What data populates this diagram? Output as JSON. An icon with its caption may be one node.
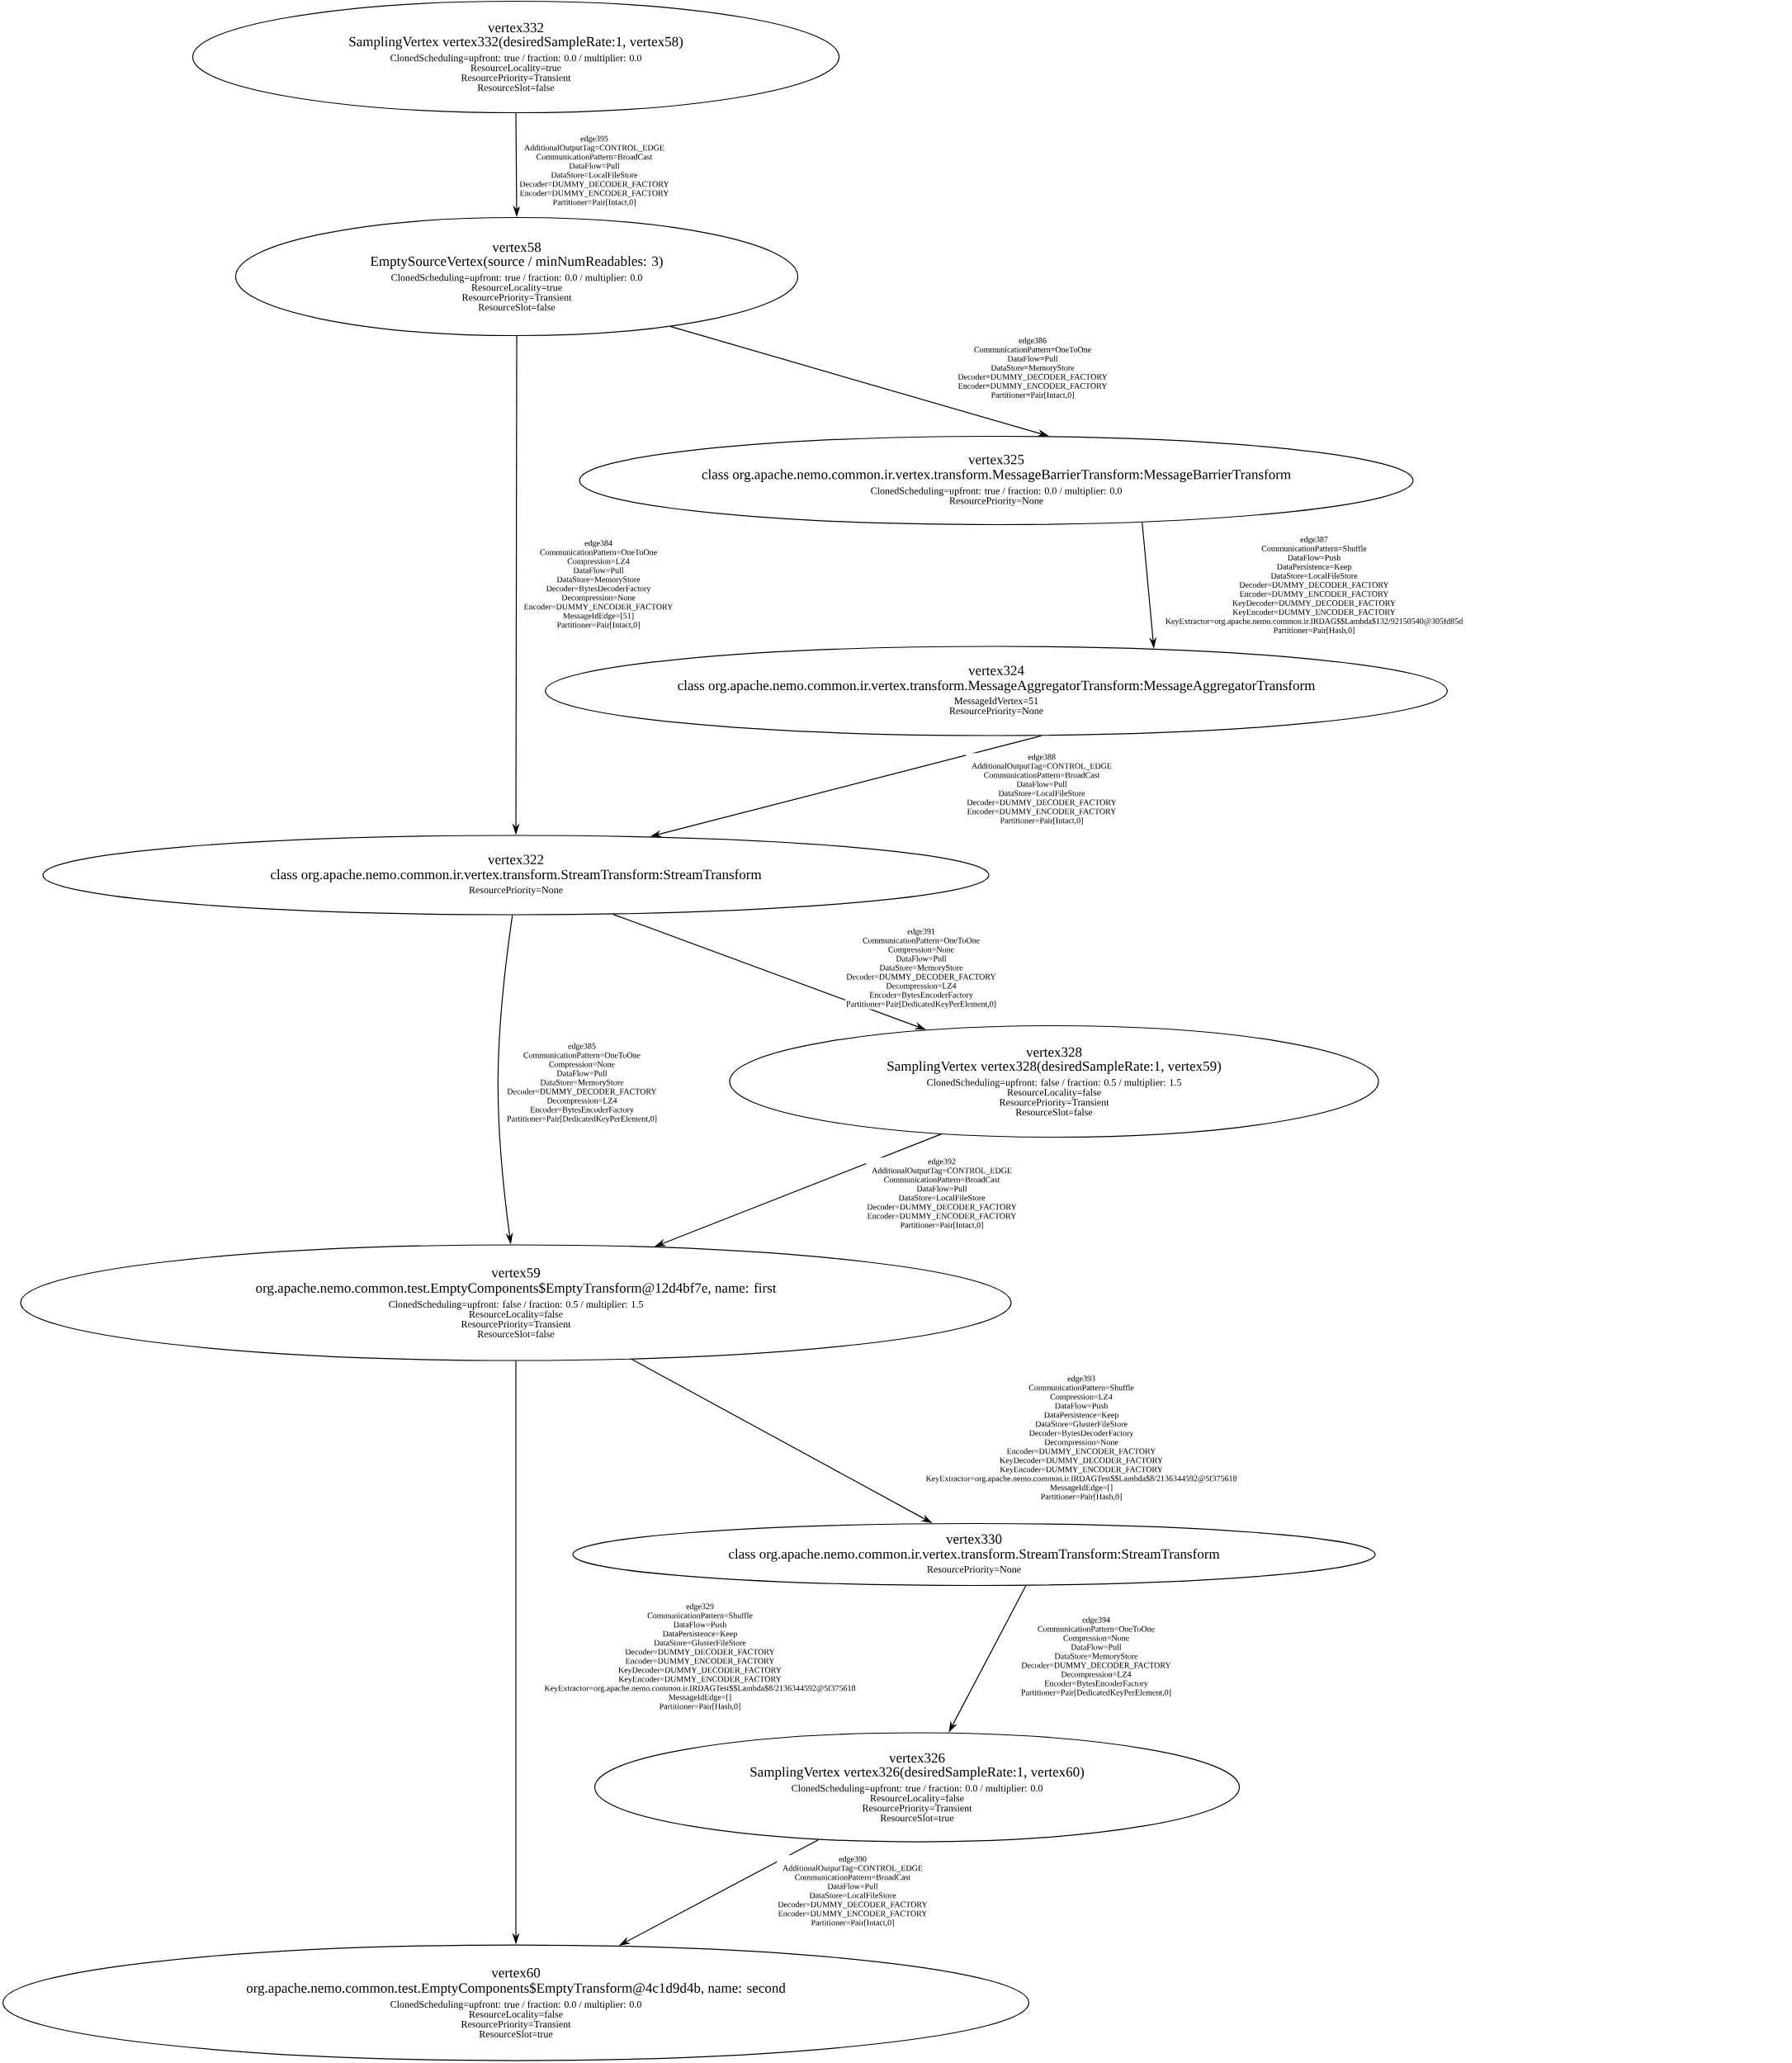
{
  "diagram": {
    "nodes": [
      {
        "text": [
          "vertex332",
          "SamplingVertex vertex332(desiredSampleRate:1, vertex58)",
          "ClonedScheduling=upfront: true / fraction: 0.0 / multiplier: 0.0",
          "ResourceLocality=true",
          "ResourcePriority=Transient",
          "ResourceSlot=false"
        ]
      },
      {
        "text": [
          "vertex58",
          "EmptySourceVertex(source / minNumReadables: 3)",
          "ClonedScheduling=upfront: true / fraction: 0.0 / multiplier: 0.0",
          "ResourceLocality=true",
          "ResourcePriority=Transient",
          "ResourceSlot=false"
        ]
      },
      {
        "text": [
          "vertex325",
          "class org.apache.nemo.common.ir.vertex.transform.MessageBarrierTransform:MessageBarrierTransform",
          "ClonedScheduling=upfront: true / fraction: 0.0 / multiplier: 0.0",
          "ResourcePriority=None"
        ]
      },
      {
        "text": [
          "vertex324",
          "class org.apache.nemo.common.ir.vertex.transform.MessageAggregatorTransform:MessageAggregatorTransform",
          "MessageIdVertex=51",
          "ResourcePriority=None"
        ]
      },
      {
        "text": [
          "vertex322",
          "class org.apache.nemo.common.ir.vertex.transform.StreamTransform:StreamTransform",
          "ResourcePriority=None"
        ]
      },
      {
        "text": [
          "vertex328",
          "SamplingVertex vertex328(desiredSampleRate:1, vertex59)",
          "ClonedScheduling=upfront: false / fraction: 0.5 / multiplier: 1.5",
          "ResourceLocality=false",
          "ResourcePriority=Transient",
          "ResourceSlot=false"
        ]
      },
      {
        "text": [
          "vertex59",
          "org.apache.nemo.common.test.EmptyComponents$EmptyTransform@12d4bf7e, name: first",
          "ClonedScheduling=upfront: false / fraction: 0.5 / multiplier: 1.5",
          "ResourceLocality=false",
          "ResourcePriority=Transient",
          "ResourceSlot=false"
        ]
      },
      {
        "text": [
          "vertex330",
          "class org.apache.nemo.common.ir.vertex.transform.StreamTransform:StreamTransform",
          "ResourcePriority=None"
        ]
      },
      {
        "text": [
          "vertex326",
          "SamplingVertex vertex326(desiredSampleRate:1, vertex60)",
          "ClonedScheduling=upfront: true / fraction: 0.0 / multiplier: 0.0",
          "ResourceLocality=false",
          "ResourcePriority=Transient",
          "ResourceSlot=true"
        ]
      },
      {
        "text": [
          "vertex60",
          "org.apache.nemo.common.test.EmptyComponents$EmptyTransform@4c1d9d4b, name: second",
          "ClonedScheduling=upfront: true / fraction: 0.0 / multiplier: 0.0",
          "ResourceLocality=false",
          "ResourcePriority=Transient",
          "ResourceSlot=true"
        ]
      }
    ],
    "edges": [
      {
        "from": 0,
        "to": 1,
        "arrow": "to",
        "label": "edge395 AdditionalOutputTag=CONTROL_EDGE CommunicationPattern=BroadCast DataFlow=Pull DataStore=LocalFileStore Decoder=DUMMY_DECODER_FACTORY Encoder=DUMMY_ENCODER_FACTORY Partitioner=Pair[Intact,0]"
      },
      {
        "from": 1,
        "to": 2,
        "arrow": "to",
        "label": "edge386 CommunicationPattern=OneToOne DataFlow=Pull DataStore=MemoryStore Decoder=DUMMY_DECODER_FACTORY Encoder=DUMMY_ENCODER_FACTORY Partitioner=Pair[Intact,0]"
      },
      {
        "from": 1,
        "to": 4,
        "arrow": "to",
        "label": "edge384 CommunicationPattern=OneToOne Compression=LZ4 DataFlow=Pull DataStore=MemoryStore Decoder=BytesDecoderFactory Decompression=None Encoder=DUMMY_ENCODER_FACTORY MessageIdEdge=[51] Partitioner=Pair[Intact,0]"
      },
      {
        "from": 2,
        "to": 3,
        "arrow": "to",
        "label": "edge387 CommunicationPattern=Shuffle DataFlow=Push DataPersistence=Keep DataStore=LocalFileStore Decoder=DUMMY_DECODER_FACTORY Encoder=DUMMY_ENCODER_FACTORY KeyDecoder=DUMMY_DECODER_FACTORY KeyEncoder=DUMMY_ENCODER_FACTORY KeyExtractor=org.apache.nemo.common.ir.IRDAG$$Lambda$132/92150540@305fd85d Partitioner=Pair[Hash,0]"
      },
      {
        "from": 3,
        "to": 4,
        "arrow": "to",
        "label": "edge388 AdditionalOutputTag=CONTROL_EDGE CommunicationPattern=BroadCast DataFlow=Pull DataStore=LocalFileStore Decoder=DUMMY_DECODER_FACTORY Encoder=DUMMY_ENCODER_FACTORY Partitioner=Pair[Intact,0]"
      },
      {
        "from": 4,
        "to": 5,
        "arrow": "to",
        "label": "edge391 CommunicationPattern=OneToOne Compression=None DataFlow=Pull DataStore=MemoryStore Decoder=DUMMY_DECODER_FACTORY Decompression=LZ4 Encoder=BytesEncoderFactory Partitioner=Pair[DedicatedKeyPerElement,0]"
      },
      {
        "from": 4,
        "to": 6,
        "arrow": "to",
        "label": "edge385 CommunicationPattern=OneToOne Compression=None DataFlow=Pull DataStore=MemoryStore Decoder=DUMMY_DECODER_FACTORY Decompression=LZ4 Encoder=BytesEncoderFactory Partitioner=Pair[DedicatedKeyPerElement,0]"
      },
      {
        "from": 5,
        "to": 6,
        "arrow": "to",
        "label": "edge392 AdditionalOutputTag=CONTROL_EDGE CommunicationPattern=BroadCast DataFlow=Pull DataStore=LocalFileStore Decoder=DUMMY_DECODER_FACTORY Encoder=DUMMY_ENCODER_FACTORY Partitioner=Pair[Intact,0]"
      },
      {
        "from": 6,
        "to": 7,
        "arrow": "to",
        "label": "edge393 CommunicationPattern=Shuffle Compression=LZ4 DataFlow=Push DataPersistence=Keep DataStore=GlusterFileStore Decoder=BytesDecoderFactory Decompression=None Encoder=DUMMY_ENCODER_FACTORY KeyDecoder=DUMMY_DECODER_FACTORY KeyEncoder=DUMMY_ENCODER_FACTORY KeyExtractor=org.apache.nemo.common.ir.IRDAGTest$$Lambda$8/2136344592@5f375618 MessageIdEdge=[] Partitioner=Pair[Hash,0]"
      },
      {
        "from": 6,
        "to": 9,
        "arrow": "to",
        "label": "edge329 CommunicationPattern=Shuffle DataFlow=Push DataPersistence=Keep DataStore=GlusterFileStore Decoder=DUMMY_DECODER_FACTORY Encoder=DUMMY_ENCODER_FACTORY KeyDecoder=DUMMY_DECODER_FACTORY KeyEncoder=DUMMY_ENCODER_FACTORY KeyExtractor=org.apache.nemo.common.ir.IRDAGTest$$Lambda$8/2136344592@5f375618 MessageIdEdge=[] Partitioner=Pair[Hash,0]"
      },
      {
        "from": 7,
        "to": 8,
        "arrow": "to",
        "label": "edge394 CommunicationPattern=OneToOne Compression=None DataFlow=Pull DataStore=MemoryStore Decoder=DUMMY_DECODER_FACTORY Decompression=LZ4 Encoder=BytesEncoderFactory Partitioner=Pair[DedicatedKeyPerElement,0]"
      },
      {
        "from": 8,
        "to": 9,
        "arrow": "to",
        "label": "edge390 AdditionalOutputTag=CONTROL_EDGE CommunicationPattern=BroadCast DataFlow=Pull DataStore=LocalFileStore Decoder=DUMMY_DECODER_FACTORY Encoder=DUMMY_ENCODER_FACTORY Partitioner=Pair[Intact,0]"
      }
    ]
  }
}
